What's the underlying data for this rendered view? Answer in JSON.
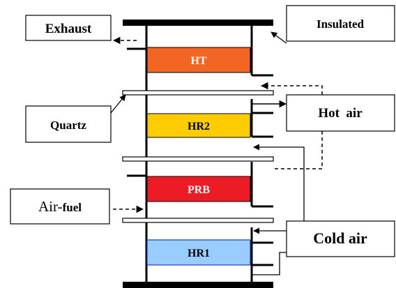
{
  "labels": {
    "exhaust": "Exhaust",
    "insulated": "Insulated",
    "quartz": "Quartz",
    "hot_air": "Hot  air",
    "air_fuel_prefix": "Air-",
    "air_fuel_suffix": "fuel",
    "cold_air": "Cold air"
  },
  "zones": [
    {
      "id": "HT",
      "label": "HT",
      "fill": "#f26522",
      "text_color": "#ffffff"
    },
    {
      "id": "HR2",
      "label": "HR2",
      "fill": "#ffcc00",
      "text_color": "#000000"
    },
    {
      "id": "PRB",
      "label": "PRB",
      "fill": "#ed1c24",
      "text_color": "#ffffff"
    },
    {
      "id": "HR1",
      "label": "HR1",
      "fill": "#99ccff",
      "text_color": "#000000"
    }
  ],
  "colors": {
    "line": "#000000",
    "background": "#ffffff"
  }
}
